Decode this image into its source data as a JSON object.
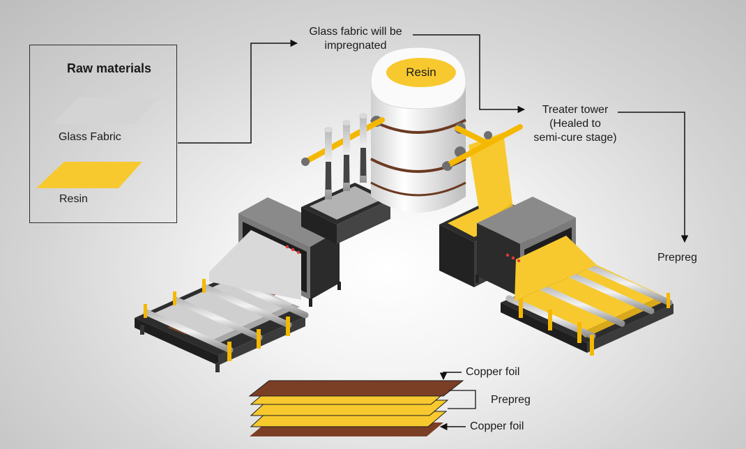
{
  "raw_materials": {
    "title": "Raw materials",
    "items": [
      {
        "label": "Glass Fabric",
        "color": "#d4d4d4"
      },
      {
        "label": "Resin",
        "color": "#f7c92f"
      }
    ]
  },
  "labels": {
    "glass_fabric_line1": "Glass fabric will be",
    "glass_fabric_line2": "impregnated",
    "resin_tank": "Resin",
    "treater_line1": "Treater tower",
    "treater_line2": "(Healed to",
    "treater_line3": "semi-cure stage)",
    "prepreg": "Prepreg"
  },
  "stack": {
    "top_label": "Copper foil",
    "middle_label": "Prepreg",
    "bottom_label": "Copper foil",
    "copper_color": "#7b3f25",
    "prepreg_color": "#f7c92f"
  },
  "colors": {
    "machine_dark": "#3a3a3a",
    "machine_grey": "#6c6c6c",
    "resin_yellow": "#f7c92f",
    "rod_orange": "#f5a623"
  }
}
